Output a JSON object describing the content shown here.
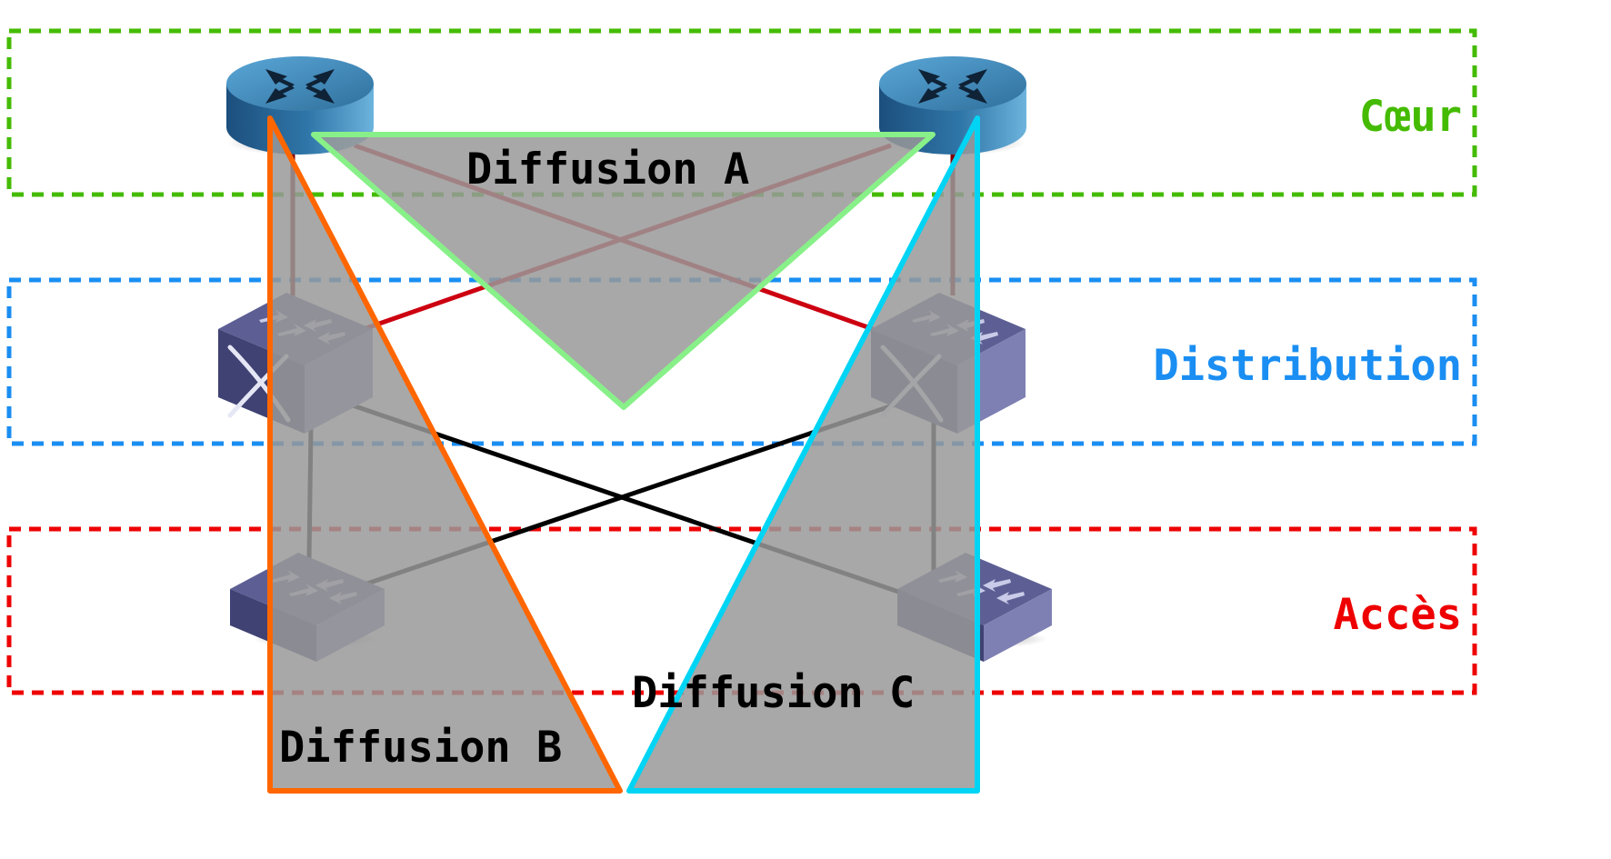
{
  "colors": {
    "core": "#44bb00",
    "distribution": "#1a8ef2",
    "access": "#ee0000",
    "zone_a": "#88f088",
    "zone_b": "#ff6600",
    "zone_c": "#00d4f4",
    "zone_fill": "#999999",
    "core_link": "#800000",
    "core_dist_link": "#cc0010",
    "access_link": "#000000"
  },
  "layers": {
    "core": "Cœur",
    "distribution": "Distribution",
    "access": "Accès"
  },
  "zones": {
    "a": "Diffusion A",
    "b": "Diffusion B",
    "c": "Diffusion C"
  },
  "devices": {
    "core_left": "router-icon",
    "core_right": "router-icon",
    "dist_left": "multilayer-switch-icon",
    "dist_right": "multilayer-switch-icon",
    "access_left": "switch-icon",
    "access_right": "switch-icon"
  }
}
